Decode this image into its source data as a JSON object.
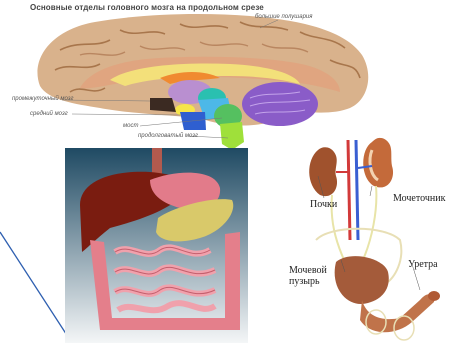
{
  "brain_panel": {
    "title": "Основные отделы головного мозга на продольном срезе",
    "labels": {
      "cerebrum": "большие полушария",
      "diencephalon": "промежуточный мозг",
      "midbrain": "средний мозг",
      "pons": "мост",
      "medulla": "продолговатый мозг"
    }
  },
  "digestive_panel": {
    "icon": "digestive-organs-illustration"
  },
  "urinary_panel": {
    "labels": {
      "kidneys": "Почки",
      "ureter": "Мочеточник",
      "bladder_line1": "Мочевой",
      "bladder_line2": "пузырь",
      "urethra": "Уретра"
    }
  },
  "colors": {
    "brain_outer": "#d9b28c",
    "brain_cortex": "#e2a07a",
    "corpus_callosum": "#f3e07a",
    "diencephalon": "#b98fd0",
    "midbrain": "#4db8e8",
    "pons": "#55c060",
    "medulla": "#9fe03a",
    "cerebellum": "#8a5cc8",
    "accent_line": "#2e5fb0"
  }
}
